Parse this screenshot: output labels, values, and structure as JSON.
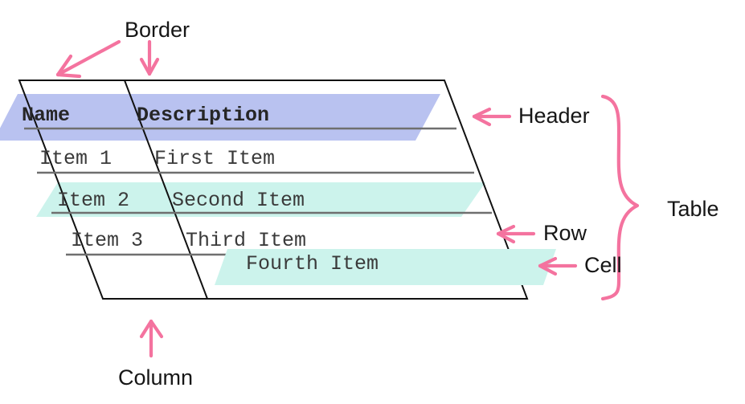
{
  "diagram": {
    "title_concept": "Table anatomy",
    "colors": {
      "header_highlight": "#b9c2f0",
      "row_highlight": "#ccf3ec",
      "cell_highlight": "#ccf3ec",
      "annotation_pink": "#f4739f",
      "outline_black": "#111111",
      "separator_gray": "#6f6f6f",
      "text_dark": "#333333",
      "label_black": "#161616",
      "page_background": "#ffffff"
    }
  },
  "table": {
    "columns": [
      {
        "key": "name",
        "header": "Name"
      },
      {
        "key": "description",
        "header": "Description"
      }
    ],
    "header_row": [
      "Name",
      "Description"
    ],
    "rows": [
      {
        "name": "Item 1",
        "description": "First Item",
        "highlight": "none"
      },
      {
        "name": "Item 2",
        "description": "Second Item",
        "highlight": "row"
      },
      {
        "name": "Item 3",
        "description": "Third Item",
        "highlight": "none"
      }
    ],
    "floating_cell": {
      "text": "Fourth Item",
      "highlight": "cell"
    }
  },
  "annotations": [
    {
      "id": "border",
      "label": "Border",
      "arrows": 2,
      "position": "top"
    },
    {
      "id": "header",
      "label": "Header",
      "arrows": 1,
      "position": "right"
    },
    {
      "id": "table",
      "label": "Table",
      "arrows": 0,
      "position": "right",
      "marker": "curly-brace"
    },
    {
      "id": "row",
      "label": "Row",
      "arrows": 1,
      "position": "right"
    },
    {
      "id": "cell",
      "label": "Cell",
      "arrows": 1,
      "position": "right"
    },
    {
      "id": "column",
      "label": "Column",
      "arrows": 1,
      "position": "bottom"
    }
  ],
  "labels": {
    "border": "Border",
    "header": "Header",
    "table": "Table",
    "row": "Row",
    "cell": "Cell",
    "column": "Column"
  }
}
